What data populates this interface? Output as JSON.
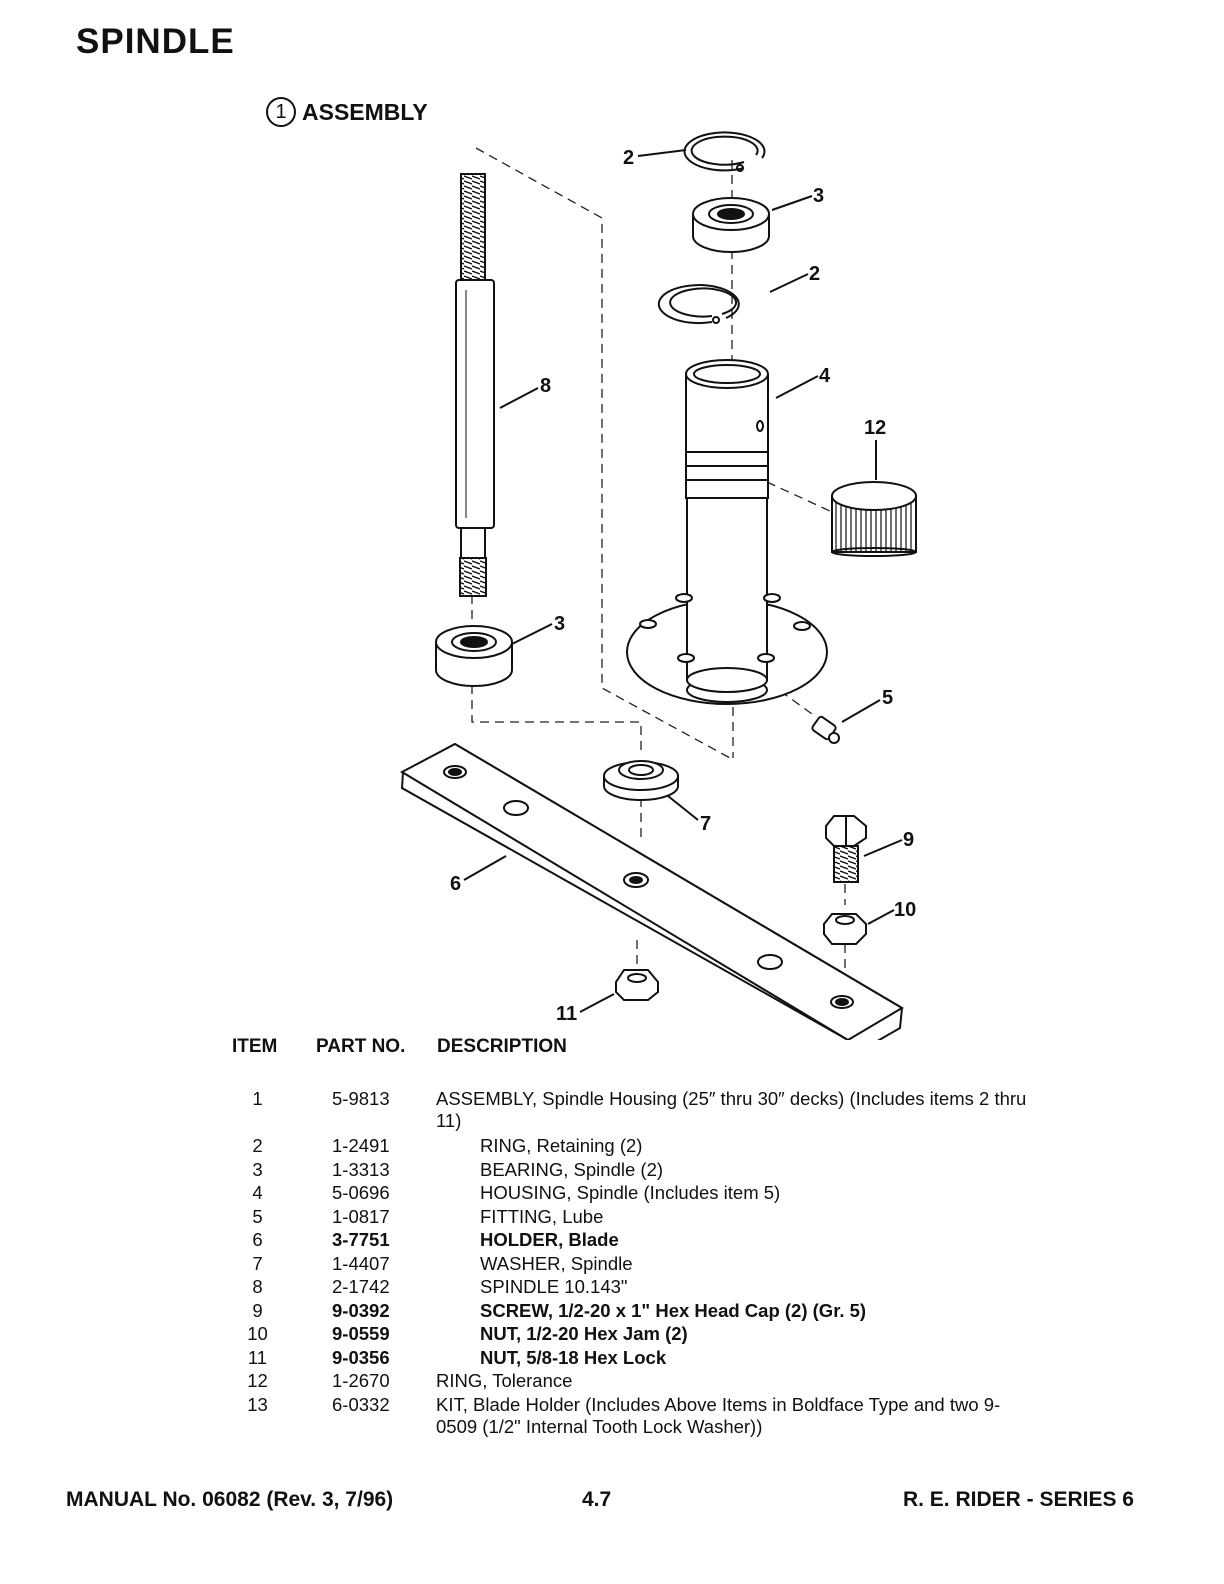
{
  "page": {
    "title": "SPINDLE",
    "section_number": "1",
    "section_title": "ASSEMBLY"
  },
  "diagram": {
    "callouts": [
      "2",
      "3",
      "2",
      "4",
      "12",
      "8",
      "3",
      "5",
      "7",
      "9",
      "6",
      "10",
      "11"
    ]
  },
  "table": {
    "headers": {
      "item": "ITEM",
      "part": "PART NO.",
      "desc": "DESCRIPTION"
    },
    "rows": [
      {
        "item": "1",
        "part": "5-9813",
        "desc": "ASSEMBLY, Spindle Housing (25″ thru 30″ decks) (Includes items 2 thru 11)",
        "bold": false,
        "indent": false
      },
      {
        "item": "2",
        "part": "1-2491",
        "desc": "RING, Retaining (2)",
        "bold": false,
        "indent": true
      },
      {
        "item": "3",
        "part": "1-3313",
        "desc": "BEARING, Spindle (2)",
        "bold": false,
        "indent": true
      },
      {
        "item": "4",
        "part": "5-0696",
        "desc": "HOUSING, Spindle (Includes item 5)",
        "bold": false,
        "indent": true
      },
      {
        "item": "5",
        "part": "1-0817",
        "desc": "FITTING, Lube",
        "bold": false,
        "indent": true
      },
      {
        "item": "6",
        "part": "3-7751",
        "desc": "HOLDER, Blade",
        "bold": true,
        "indent": true
      },
      {
        "item": "7",
        "part": "1-4407",
        "desc": "WASHER, Spindle",
        "bold": false,
        "indent": true
      },
      {
        "item": "8",
        "part": "2-1742",
        "desc": "SPINDLE  10.143\"",
        "bold": false,
        "indent": true
      },
      {
        "item": "9",
        "part": "9-0392",
        "desc": "SCREW, 1/2-20 x 1\" Hex Head Cap (2) (Gr. 5)",
        "bold": true,
        "indent": true
      },
      {
        "item": "10",
        "part": "9-0559",
        "desc": "NUT, 1/2-20 Hex Jam (2)",
        "bold": true,
        "indent": true
      },
      {
        "item": "11",
        "part": "9-0356",
        "desc": "NUT, 5/8-18 Hex Lock",
        "bold": true,
        "indent": true
      },
      {
        "item": "12",
        "part": "1-2670",
        "desc": "RING, Tolerance",
        "bold": false,
        "indent": false
      },
      {
        "item": "13",
        "part": "6-0332",
        "desc": "KIT, Blade Holder (Includes Above Items in Boldface Type and two 9-0509 (1/2\" Internal Tooth Lock Washer))",
        "bold": false,
        "indent": false
      }
    ]
  },
  "footer": {
    "manual": "MANUAL No. 06082 (Rev. 3, 7/96)",
    "page_number": "4.7",
    "series": "R. E. RIDER - SERIES 6"
  }
}
